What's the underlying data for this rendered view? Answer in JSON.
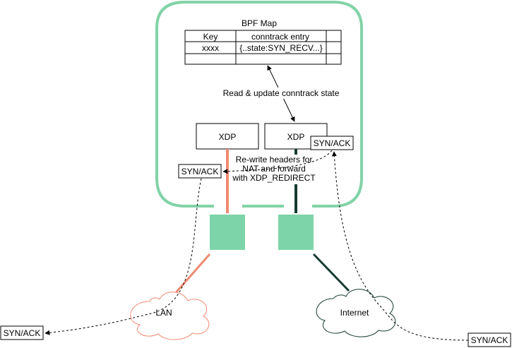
{
  "map": {
    "title": "BPF Map",
    "header_key": "Key",
    "header_entry": "conntrack entry",
    "row_key": "xxxx",
    "row_entry": "{..state:SYN_RECV...}"
  },
  "labels": {
    "read_update": "Read & update conntrack state",
    "rewrite": [
      "Re-write headers for",
      "NAT and forward",
      "with XDP_REDIRECT"
    ]
  },
  "xdp": {
    "left": "XDP",
    "right": "XDP"
  },
  "syn_ack": {
    "inner_left": "SYN/ACK",
    "inner_right": "SYN/ACK",
    "outer_left": "SYN/ACK",
    "outer_right": "SYN/ACK"
  },
  "clouds": {
    "lan": "LAN",
    "internet": "Internet"
  },
  "colors": {
    "box_border": "#82d3a7",
    "nic_fill": "#7dd4a8",
    "lan_link": "#f08a72",
    "internet_link": "#173b33",
    "lan_cloud_stroke": "#f08a72",
    "internet_cloud_stroke": "#173b33"
  }
}
